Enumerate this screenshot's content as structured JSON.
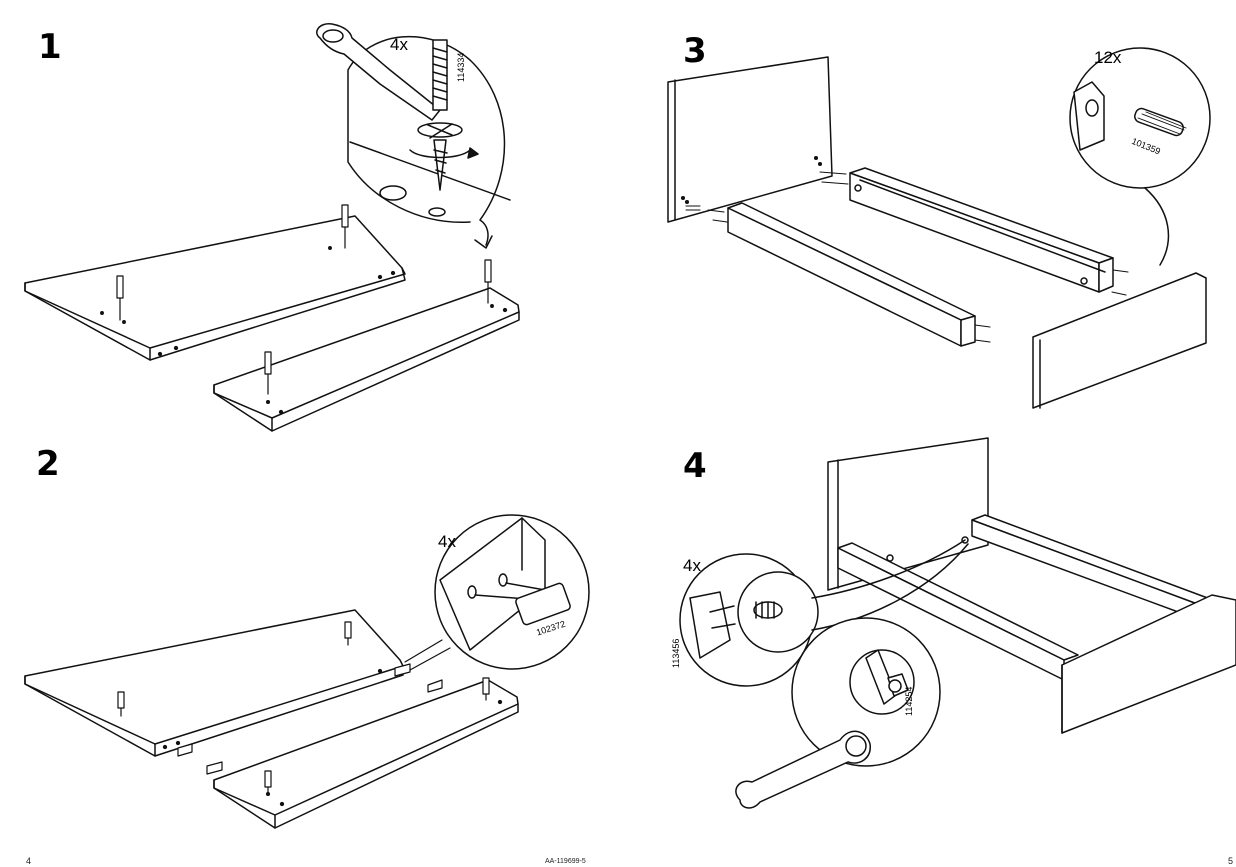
{
  "steps": [
    {
      "number": "1",
      "quantity": "4x",
      "part_number": "114334"
    },
    {
      "number": "2",
      "quantity": "4x",
      "part_number": "102372"
    },
    {
      "number": "3",
      "quantity": "12x",
      "part_number": "101359"
    },
    {
      "number": "4",
      "quantity": "4x",
      "part_numbers": [
        "113456",
        "114254"
      ]
    }
  ],
  "footer": {
    "page_left": "4",
    "doc_code": "AA-119699-5",
    "page_right": "5"
  }
}
